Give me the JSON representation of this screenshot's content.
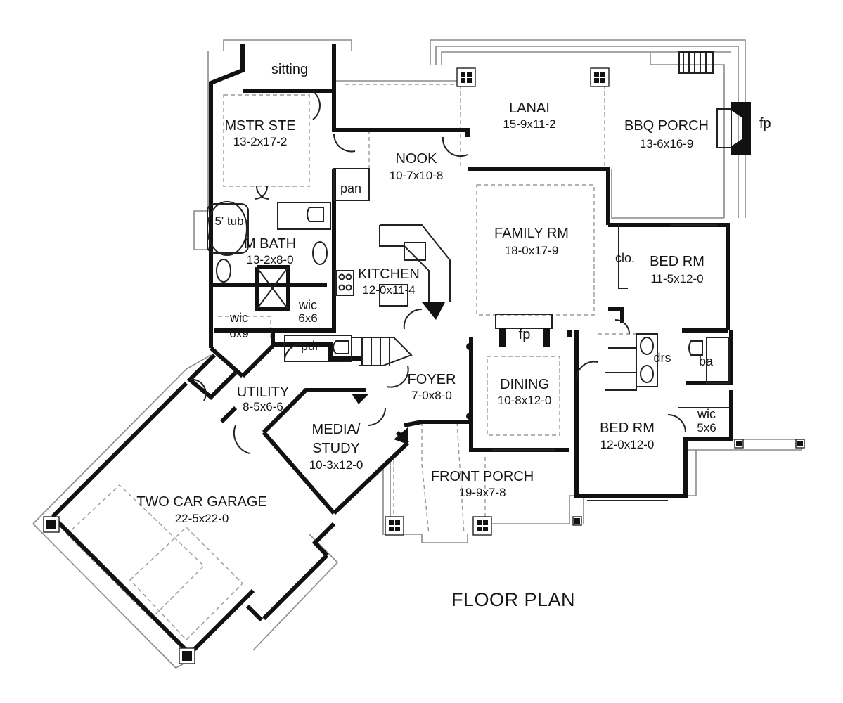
{
  "title": "FLOOR PLAN",
  "rooms": {
    "sitting": {
      "name": "sitting"
    },
    "master_suite": {
      "name": "MSTR STE",
      "size": "13-2x17-2"
    },
    "lanai": {
      "name": "LANAI",
      "size": "15-9x11-2"
    },
    "bbq_porch": {
      "name": "BBQ PORCH",
      "size": "13-6x16-9"
    },
    "bbq_fireplace": {
      "name": "fp"
    },
    "nook": {
      "name": "NOOK",
      "size": "10-7x10-8"
    },
    "pantry": {
      "name": "pan"
    },
    "tub": {
      "name": "5' tub"
    },
    "master_bath": {
      "name": "M BATH",
      "size": "13-2x8-0"
    },
    "family_room": {
      "name": "FAMILY RM",
      "size": "18-0x17-9"
    },
    "closet": {
      "name": "clo."
    },
    "bed_room_1": {
      "name": "BED RM",
      "size": "11-5x12-0"
    },
    "kitchen": {
      "name": "KITCHEN",
      "size": "12-0x11-4"
    },
    "wic_master_1": {
      "name": "wic",
      "size": "6x6"
    },
    "wic_master_2": {
      "name": "wic",
      "size": "6x9"
    },
    "powder": {
      "name": "pdr"
    },
    "fireplace": {
      "name": "fp"
    },
    "dresser": {
      "name": "drs"
    },
    "bath": {
      "name": "ba"
    },
    "utility": {
      "name": "UTILITY",
      "size": "8-5x6-6"
    },
    "foyer": {
      "name": "FOYER",
      "size": "7-0x8-0"
    },
    "dining": {
      "name": "DINING",
      "size": "10-8x12-0"
    },
    "wic_bed": {
      "name": "wic",
      "size": "5x6"
    },
    "bed_room_2": {
      "name": "BED RM",
      "size": "12-0x12-0"
    },
    "media_study": {
      "name": "MEDIA/",
      "name2": "STUDY",
      "size": "10-3x12-0"
    },
    "front_porch": {
      "name": "FRONT PORCH",
      "size": "19-9x7-8"
    },
    "garage": {
      "name": "TWO CAR GARAGE",
      "size": "22-5x22-0"
    }
  }
}
